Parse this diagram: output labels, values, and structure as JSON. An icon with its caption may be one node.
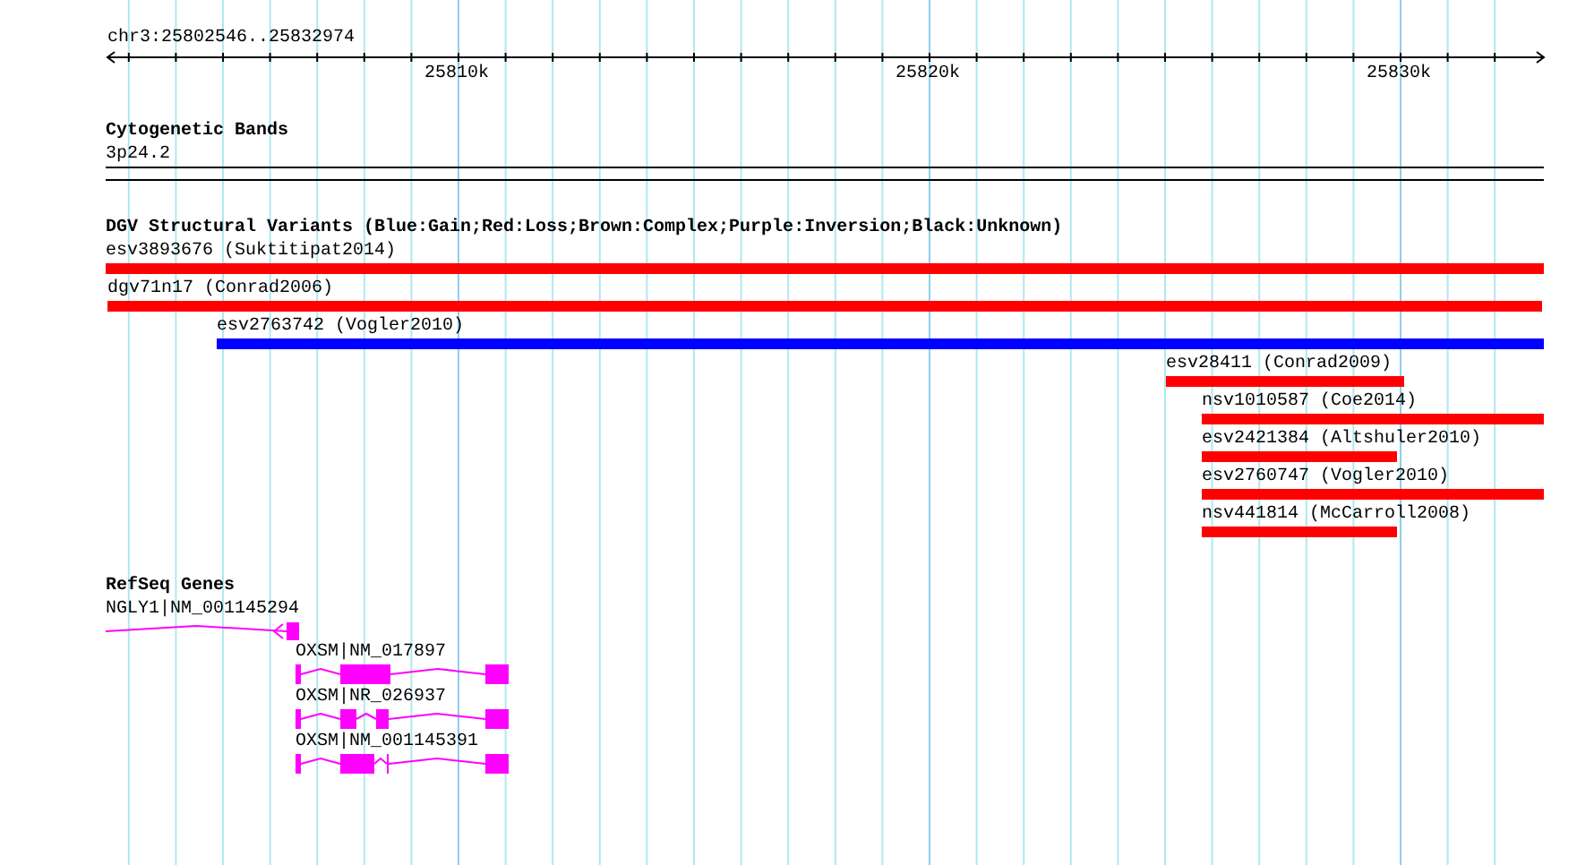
{
  "diagram": {
    "nodes": [
      {
        "text": [
          "3p24.2"
        ]
      },
      {
        "text": [
          "esv3893676 (Suktitipat2014)"
        ]
      },
      {
        "text": [
          "dgv71n17 (Conrad2006)"
        ]
      },
      {
        "text": [
          "esv2763742 (Vogler2010)"
        ]
      },
      {
        "text": [
          "esv28411 (Conrad2009)"
        ]
      },
      {
        "text": [
          "nsv1010587 (Coe2014)"
        ]
      },
      {
        "text": [
          "esv2421384 (Altshuler2010)"
        ]
      },
      {
        "text": [
          "esv2760747 (Vogler2010)"
        ]
      },
      {
        "text": [
          "nsv441814 (McCarroll2008)"
        ]
      },
      {
        "text": [
          "NGLY1|NM_001145294"
        ]
      },
      {
        "text": [
          "OXSM|NM_017897"
        ]
      },
      {
        "text": [
          "OXSM|NR_026937"
        ]
      },
      {
        "text": [
          "OXSM|NM_001145391"
        ]
      }
    ],
    "labels": [
      "chr3:25802546..25832974",
      "25810k",
      "25820k",
      "25830k",
      "Cytogenetic Bands",
      "DGV Structural Variants (Blue:Gain;Red:Loss;Brown:Complex;Purple:Inversion;Black:Unknown)",
      "RefSeq Genes"
    ]
  }
}
